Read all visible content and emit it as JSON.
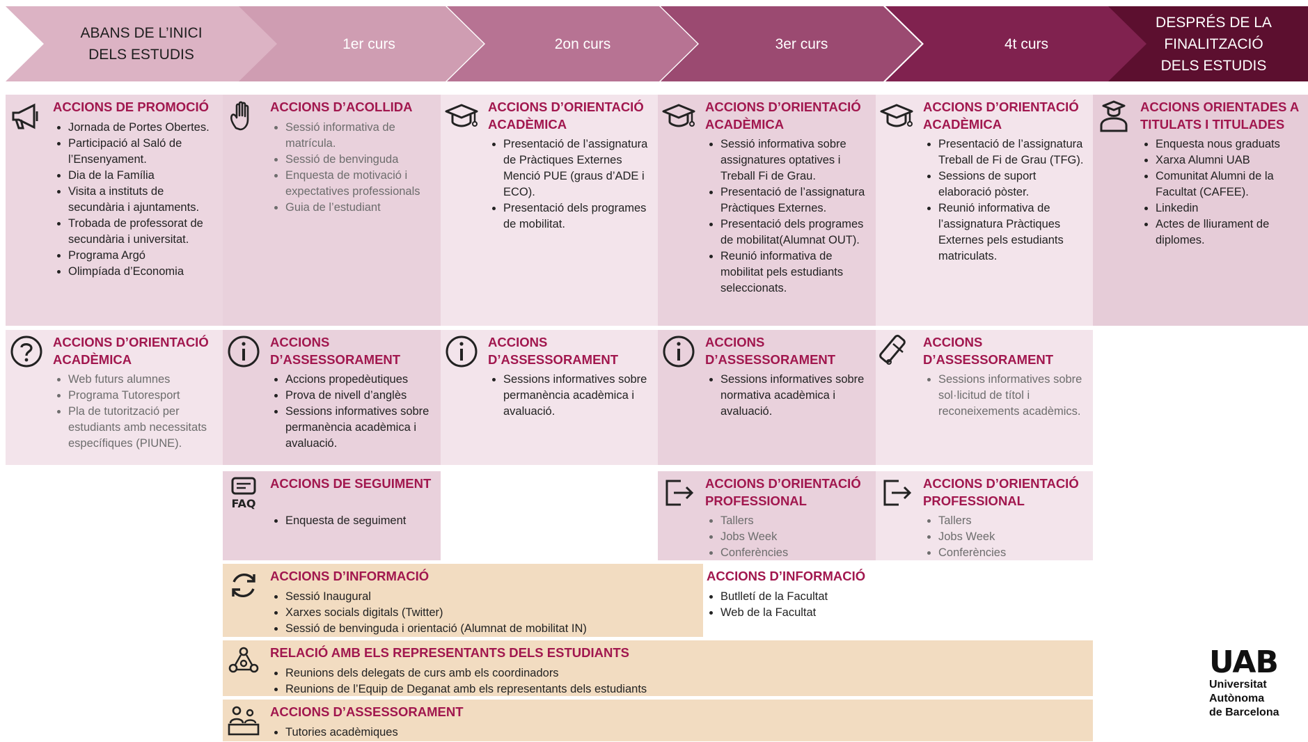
{
  "stages": [
    {
      "lines": [
        "ABANS DE L’INICI",
        "DELS ESTUDIS"
      ],
      "bg": "#dcb3c4",
      "color": "#1e1e1e"
    },
    {
      "lines": [
        "1er curs"
      ],
      "bg": "#cf9db2",
      "color": "#ffffff"
    },
    {
      "lines": [
        "2on curs"
      ],
      "bg": "#b77393",
      "color": "#ffffff"
    },
    {
      "lines": [
        "3er curs"
      ],
      "bg": "#9b4a71",
      "color": "#ffffff"
    },
    {
      "lines": [
        "4t curs"
      ],
      "bg": "#80224f",
      "color": "#ffffff"
    },
    {
      "lines": [
        "DESPRÉS DE LA",
        "FINALITZACIÓ",
        "DELS ESTUDIS"
      ],
      "bg": "#5c0f2f",
      "color": "#ffffff"
    }
  ],
  "cards": [
    {
      "icon": "megaphone-icon",
      "title": "ACCIONS DE PROMOCIÓ",
      "items": [
        "Jornada de Portes Obertes.",
        "Participació al Saló de l’Ensenyament.",
        "Dia de la Família",
        "Visita a instituts de secundària i ajuntaments.",
        "Trobada de professorat de secundària i universitat.",
        "Programa Argó",
        "Olimpíada d’Economia"
      ]
    },
    {
      "icon": "hand-icon",
      "title": "ACCIONS D’ACOLLIDA",
      "items": [
        "Sessió informativa de matrícula.",
        "Sessió de benvinguda",
        "Enquesta de motivació i expectatives professionals",
        "Guia de l’estudiant"
      ]
    },
    {
      "icon": "graduation-cap-icon",
      "title": "ACCIONS D’ORIENTACIÓ ACADÈMICA",
      "items": [
        "Presentació de l’assignatura de Pràctiques Externes Menció PUE (graus d’ADE i ECO).",
        "Presentació dels programes de mobilitat."
      ]
    },
    {
      "icon": "graduation-cap-icon",
      "title": "ACCIONS D’ORIENTACIÓ ACADÈMICA",
      "items": [
        "Sessió informativa sobre assignatures optatives i Treball Fi de Grau.",
        "Presentació de l’assignatura Pràctiques Externes.",
        "Presentació dels programes de mobilitat(Alumnat OUT).",
        "Reunió informativa de mobilitat pels estudiants seleccionats."
      ]
    },
    {
      "icon": "graduation-cap-icon",
      "title": "ACCIONS D’ORIENTACIÓ ACADÈMICA",
      "items": [
        "Presentació de l’assignatura Treball de Fi de Grau (TFG).",
        "Sessions de suport elaboració pòster.",
        "Reunió informativa de l’assignatura Pràctiques Externes pels estudiants matriculats."
      ]
    },
    {
      "icon": "graduate-icon",
      "title": "ACCIONS ORIENTADES A TITULATS I TITULADES",
      "items": [
        "Enquesta nous graduats",
        "Xarxa Alumni UAB",
        "Comunitat Alumni de la Facultat (CAFEE).",
        "Linkedin",
        "Actes de lliurament de diplomes."
      ]
    },
    {
      "icon": "question-icon",
      "title": "ACCIONS D’ORIENTACIÓ ACADÈMICA",
      "items": [
        "Web futurs alumnes",
        "Programa Tutoresport",
        "Pla de tutorització per estudiants amb necessitats específiques (PIUNE)."
      ]
    },
    {
      "icon": "info-icon",
      "title": "ACCIONS D’ASSESSORAMENT",
      "items": [
        "Accions propedèutiques",
        "Prova de nivell d’anglès",
        "Sessions informatives sobre permanència acadèmica i avaluació."
      ]
    },
    {
      "icon": "info-icon",
      "title": "ACCIONS D’ASSESSORAMENT",
      "items": [
        "Sessions informatives sobre permanència acadèmica i avaluació."
      ]
    },
    {
      "icon": "info-icon",
      "title": "ACCIONS D’ASSESSORAMENT",
      "items": [
        "Sessions informatives sobre normativa acadèmica i avaluació."
      ]
    },
    {
      "icon": "diploma-icon",
      "title": "ACCIONS D’ASSESSORAMENT",
      "items": [
        "Sessions informatives sobre sol·licitud de títol i reconeixements acadèmics."
      ]
    },
    {
      "icon": "faq-icon",
      "title": "ACCIONS DE SEGUIMENT",
      "items": [
        "Enquesta de seguiment"
      ]
    },
    {
      "icon": "exit-icon",
      "title": "ACCIONS D’ORIENTACIÓ PROFESSIONAL",
      "items": [
        "Tallers",
        "Jobs Week",
        "Conferències"
      ]
    },
    {
      "icon": "exit-icon",
      "title": "ACCIONS D’ORIENTACIÓ PROFESSIONAL",
      "items": [
        "Tallers",
        "Jobs Week",
        "Conferències"
      ]
    },
    {
      "icon": "refresh-icon",
      "title": "ACCIONS D’INFORMACIÓ",
      "items": [
        "Sessió Inaugural",
        "Xarxes socials digitals (Twitter)",
        "Sessió de benvinguda i orientació (Alumnat de mobilitat IN)"
      ]
    },
    {
      "icon": "",
      "title": "ACCIONS D’INFORMACIÓ",
      "items": [
        "Butlletí de la Facultat",
        "Web de la Facultat"
      ]
    },
    {
      "icon": "network-icon",
      "title": "RELACIÓ AMB ELS REPRESENTANTS DELS ESTUDIANTS",
      "items": [
        "Reunions dels delegats de curs amb els coordinadors",
        "Reunions de l’Equip de Deganat amb els representants dels estudiants"
      ]
    },
    {
      "icon": "tutor-icon",
      "title": "ACCIONS D’ASSESSORAMENT",
      "items": [
        "Tutories acadèmiques"
      ]
    }
  ],
  "logo": {
    "mark": "UAB",
    "lines": [
      "Universitat",
      "Autònoma",
      "de Barcelona"
    ]
  },
  "colors": {
    "title": "#a1174e",
    "pink_light": "#f3e4eb",
    "pink_mid": "#e9d1dc",
    "pink_dark": "#ddbccb",
    "beige": "#f2dcc1"
  }
}
